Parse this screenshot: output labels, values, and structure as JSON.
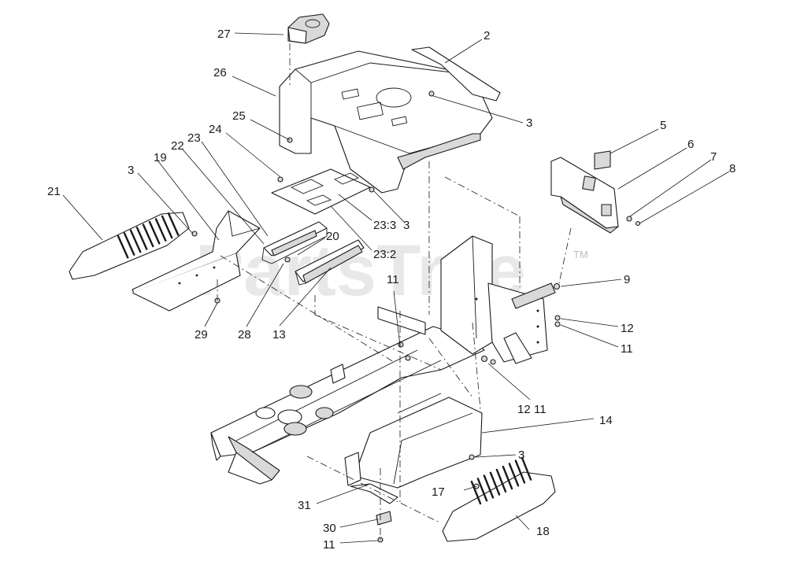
{
  "watermark": {
    "text": "PartsTree",
    "mark": "TM"
  },
  "callouts": {
    "c2": "2",
    "c3a": "3",
    "c3b": "3",
    "c3c": "3",
    "c3d": "3",
    "c5": "5",
    "c6": "6",
    "c7": "7",
    "c8": "8",
    "c9": "9",
    "c11a": "11",
    "c11b": "11",
    "c11c": "11",
    "c11d": "11",
    "c12a": "12",
    "c12b": "12",
    "c13": "13",
    "c14": "14",
    "c17": "17",
    "c18": "18",
    "c19": "19",
    "c20": "20",
    "c21": "21",
    "c22": "22",
    "c23": "23",
    "c23_2": "23:2",
    "c23_3": "23:3",
    "c24": "24",
    "c25": "25",
    "c26": "26",
    "c27": "27",
    "c28": "28",
    "c29": "29",
    "c30": "30",
    "c31": "31"
  }
}
